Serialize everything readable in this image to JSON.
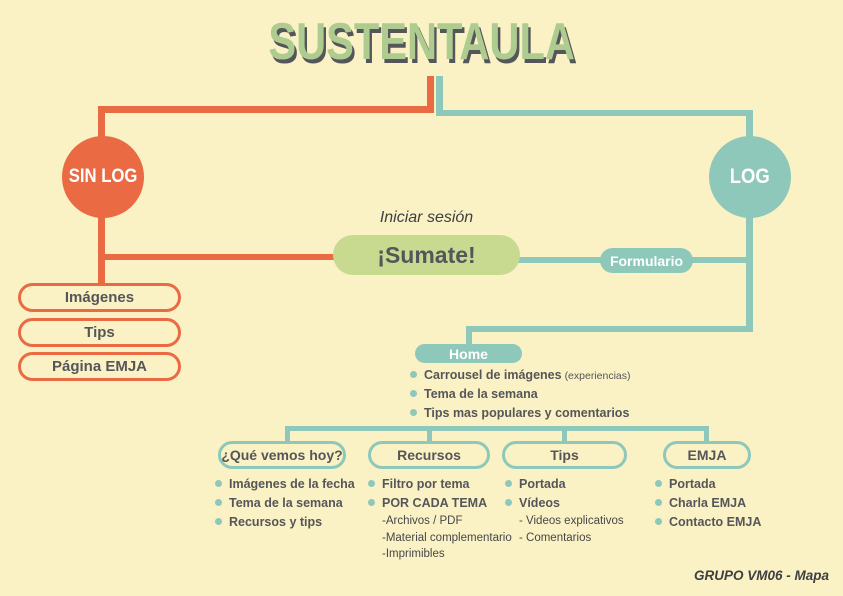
{
  "title": "SUSTENTAULA",
  "colors": {
    "bg": "#FAF1C4",
    "orange": "#E96A43",
    "teal": "#8EC8BA",
    "green": "#AECB90",
    "pillgreen": "#C7DA90",
    "dark": "#55565A"
  },
  "left_branch": {
    "node": "SIN LOG",
    "pages": [
      "Imágenes",
      "Tips",
      "Página EMJA"
    ]
  },
  "right_branch": {
    "node": "LOG",
    "formulario": "Formulario"
  },
  "center": {
    "caption": "Iniciar sesión",
    "cta": "¡Sumate!",
    "home": "Home",
    "home_bullets": [
      {
        "text": "Carrousel de imágenes",
        "note": "(experiencias)"
      },
      {
        "text": "Tema de la semana",
        "note": ""
      },
      {
        "text": "Tips mas populares y comentarios",
        "note": ""
      }
    ]
  },
  "sections": [
    {
      "label": "¿Qué vemos hoy?",
      "bullets": [
        "Imágenes de la fecha",
        "Tema de la semana",
        "Recursos y tips"
      ],
      "subitems": []
    },
    {
      "label": "Recursos",
      "bullets": [
        "Filtro por tema",
        "POR CADA TEMA"
      ],
      "subitems": [
        "-Archivos / PDF",
        "-Material complementario",
        "-Imprimibles"
      ]
    },
    {
      "label": "Tips",
      "bullets": [
        "Portada",
        "Vídeos"
      ],
      "subitems": [
        "- Videos explicativos",
        "- Comentarios"
      ]
    },
    {
      "label": "EMJA",
      "bullets": [
        "Portada",
        "Charla EMJA",
        "Contacto EMJA"
      ],
      "subitems": []
    }
  ],
  "footer": "GRUPO VM06 - Mapa"
}
